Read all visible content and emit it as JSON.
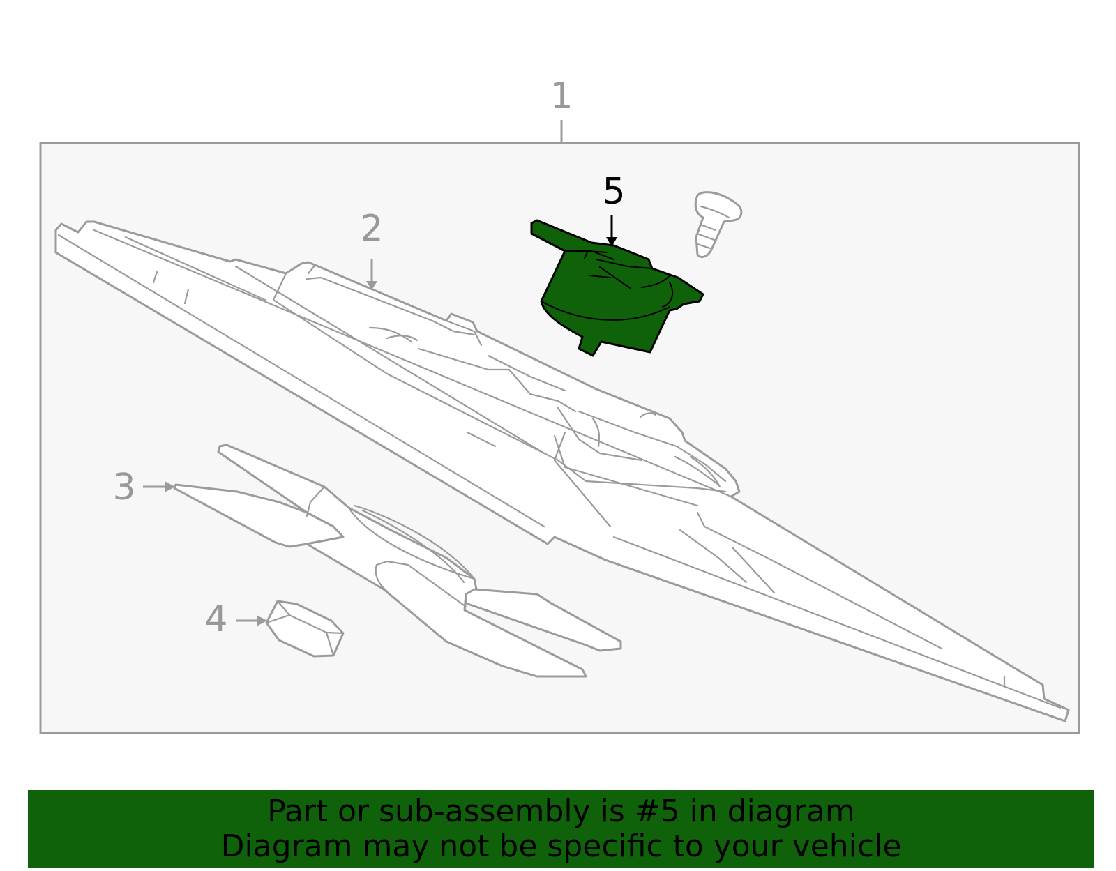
{
  "callouts": {
    "c1": "1",
    "c2": "2",
    "c3": "3",
    "c4": "4",
    "c5": "5"
  },
  "highlighted_part": "5",
  "colors": {
    "highlight": "#0f620a",
    "outline": "#9b9b9b",
    "panel_background": "#f7f7f7",
    "banner_background": "#0f620a"
  },
  "banner": {
    "line1": "Part or sub-assembly is #5 in diagram",
    "line2": "Diagram may not be specific to your vehicle"
  }
}
